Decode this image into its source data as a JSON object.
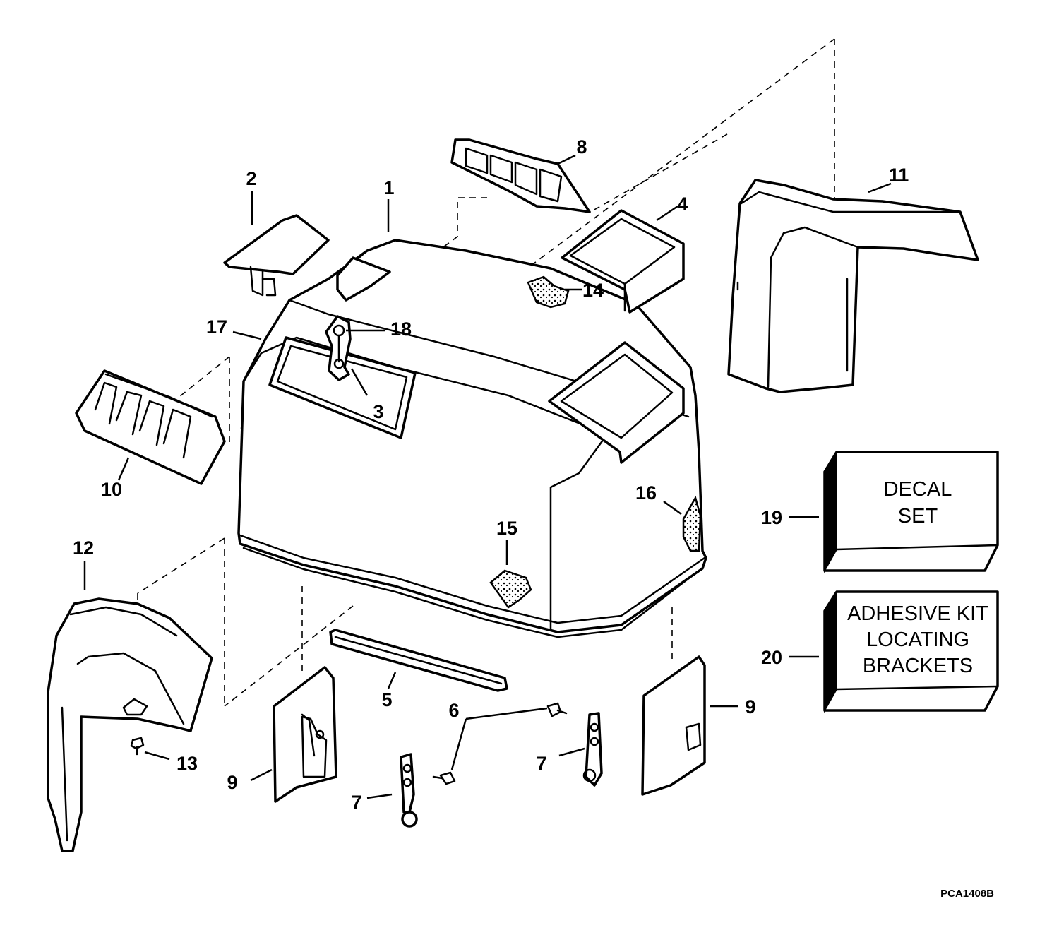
{
  "callouts": {
    "c1": "1",
    "c2": "2",
    "c3": "3",
    "c4": "4",
    "c5": "5",
    "c6": "6",
    "c7a": "7",
    "c7b": "7",
    "c8": "8",
    "c9a": "9",
    "c9b": "9",
    "c10": "10",
    "c11": "11",
    "c12": "12",
    "c13": "13",
    "c14": "14",
    "c15": "15",
    "c16": "16",
    "c17": "17",
    "c18": "18",
    "c19": "19",
    "c20": "20"
  },
  "boxes": {
    "decal_line1": "DECAL",
    "decal_line2": "SET",
    "adhesive_line1": "ADHESIVE KIT",
    "adhesive_line2": "LOCATING",
    "adhesive_line3": "BRACKETS"
  },
  "reference_code": "PCA1408B"
}
